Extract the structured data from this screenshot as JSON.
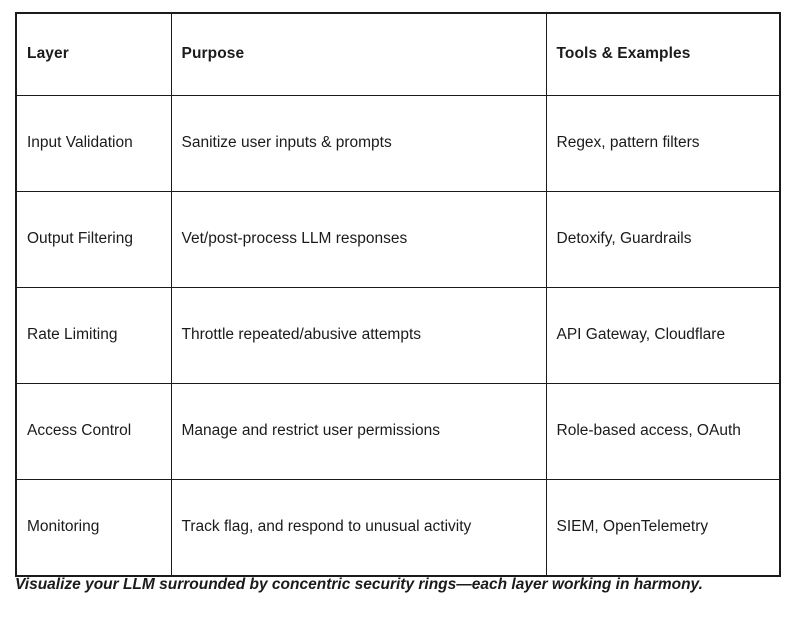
{
  "table": {
    "columns": [
      "Layer",
      "Purpose",
      "Tools & Examples"
    ],
    "rows": [
      {
        "layer": "Input Validation",
        "purpose": "Sanitize user inputs & prompts",
        "tools": "Regex, pattern filters"
      },
      {
        "layer": "Output Filtering",
        "purpose": "Vet/post-process LLM responses",
        "tools": "Detoxify, Guardrails"
      },
      {
        "layer": "Rate Limiting",
        "purpose": "Throttle repeated/abusive attempts",
        "tools": "API Gateway, Cloudflare"
      },
      {
        "layer": "Access Control",
        "purpose": "Manage and restrict user permissions",
        "tools": "Role-based access, OAuth"
      },
      {
        "layer": "Monitoring",
        "purpose": "Track flag, and respond to unusual activity",
        "tools": "SIEM, OpenTelemetry"
      }
    ]
  },
  "caption": {
    "text": "Visualize your LLM surrounded by concentric security rings—each layer working in harmony."
  },
  "colors": {
    "border": "#1b1b1b",
    "text": "#1b1b1b",
    "background": "#ffffff"
  }
}
